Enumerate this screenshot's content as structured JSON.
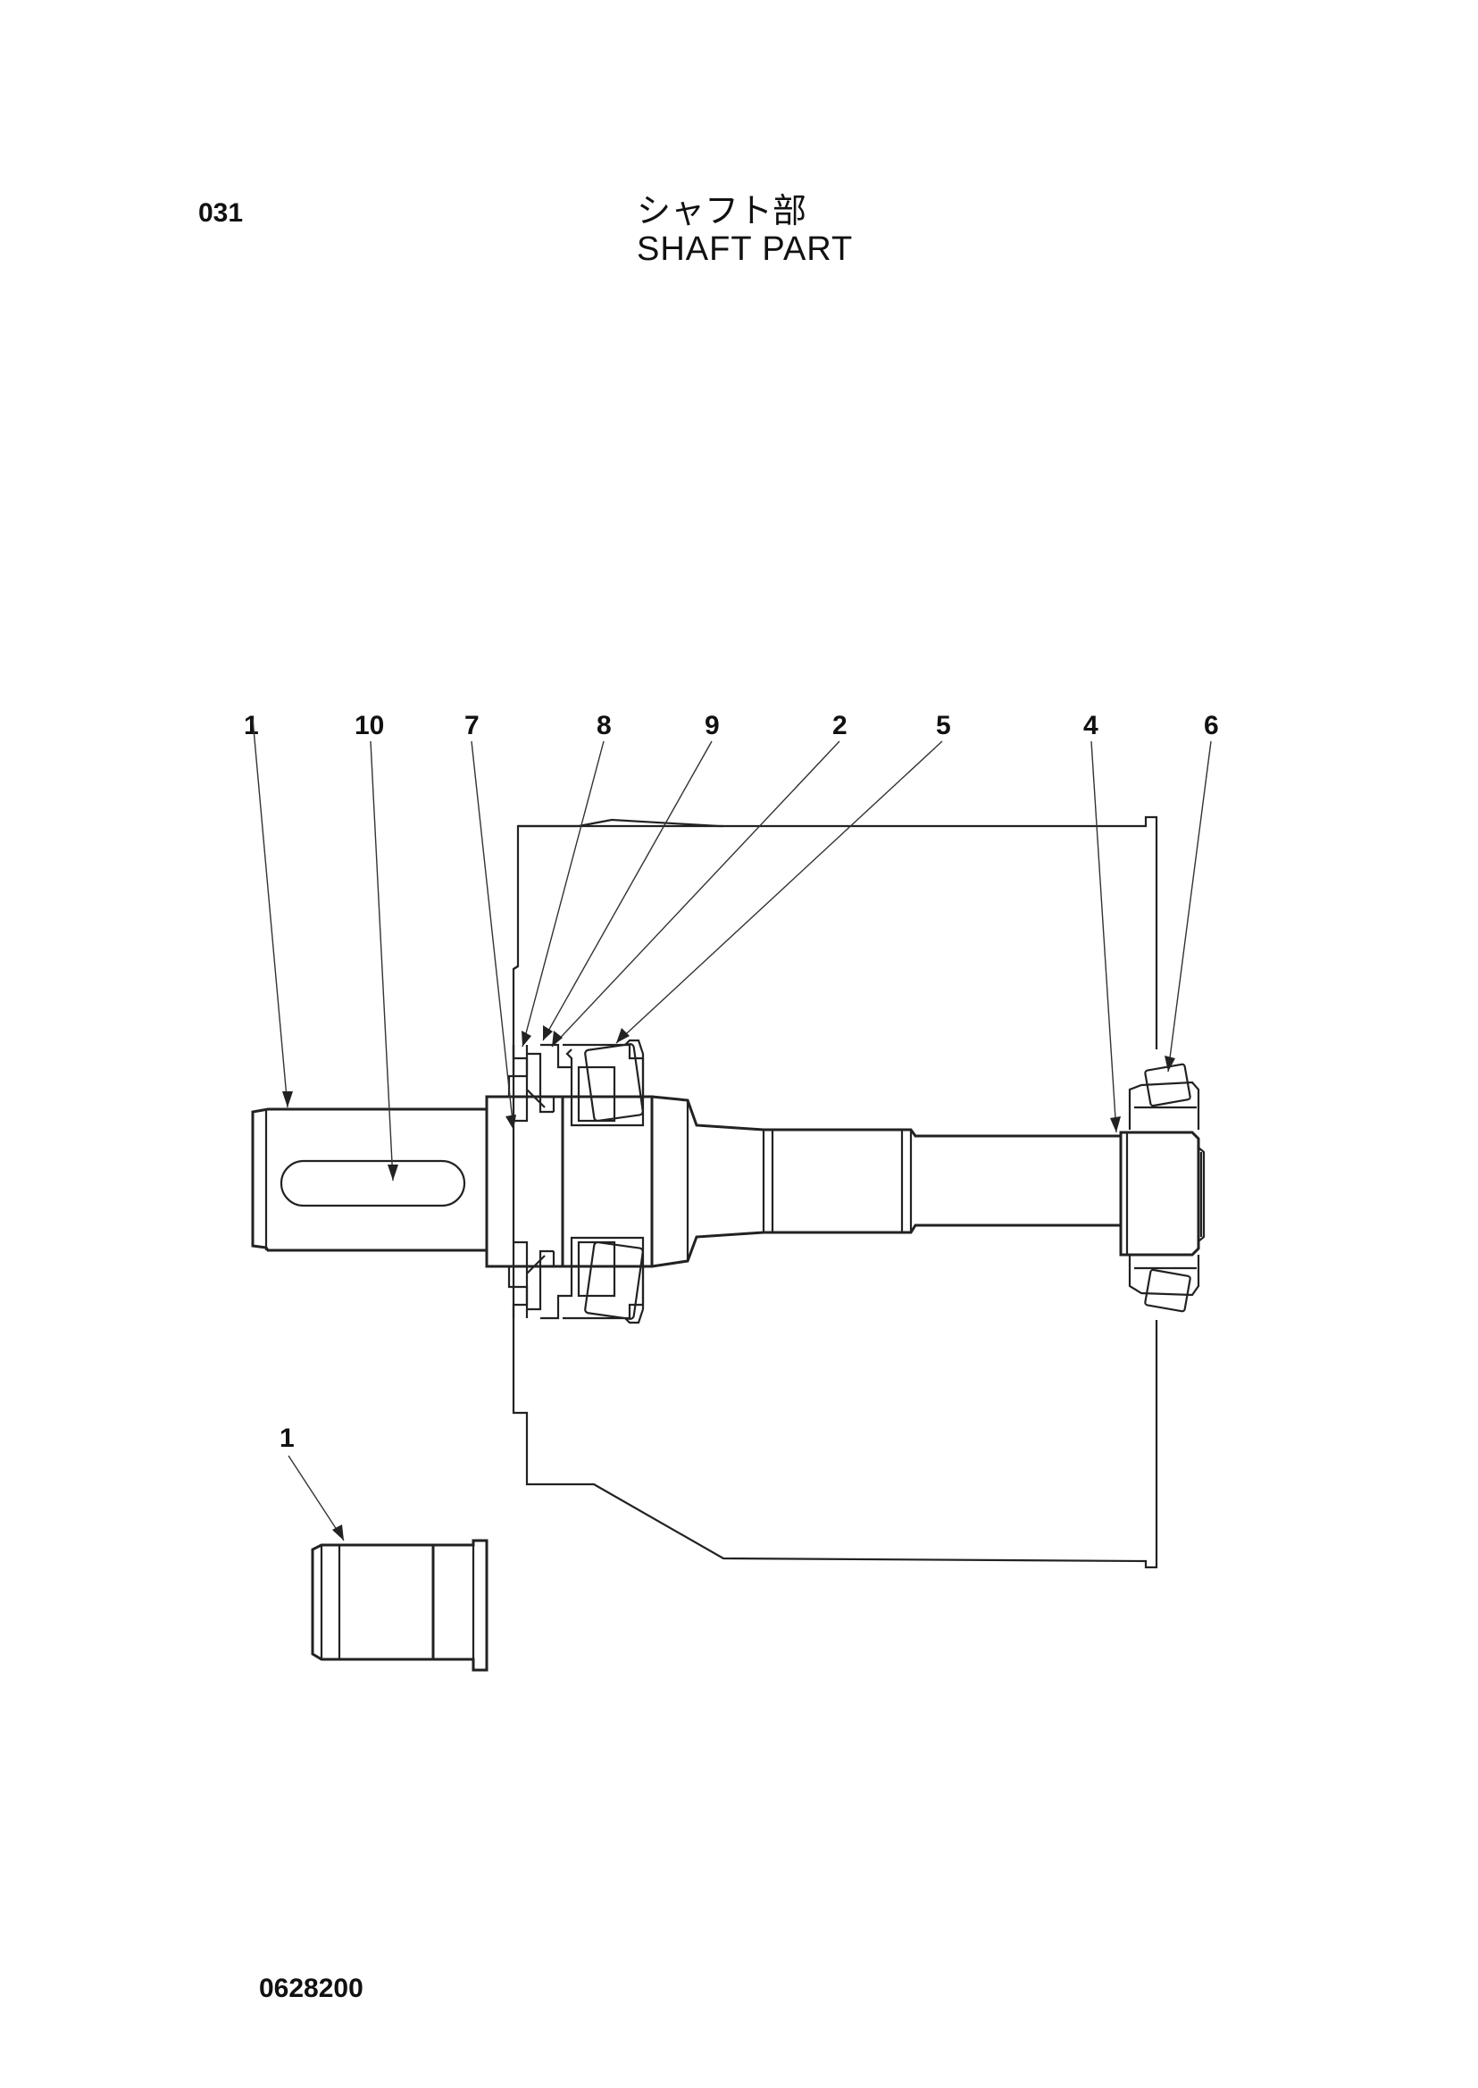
{
  "header": {
    "page_code": "031",
    "title_jp": "シャフト部",
    "title_en": "SHAFT  PART"
  },
  "footer": {
    "doc_number": "0628200"
  },
  "callouts": [
    "1",
    "10",
    "7",
    "8",
    "9",
    "2",
    "5",
    "4",
    "6",
    "1"
  ]
}
